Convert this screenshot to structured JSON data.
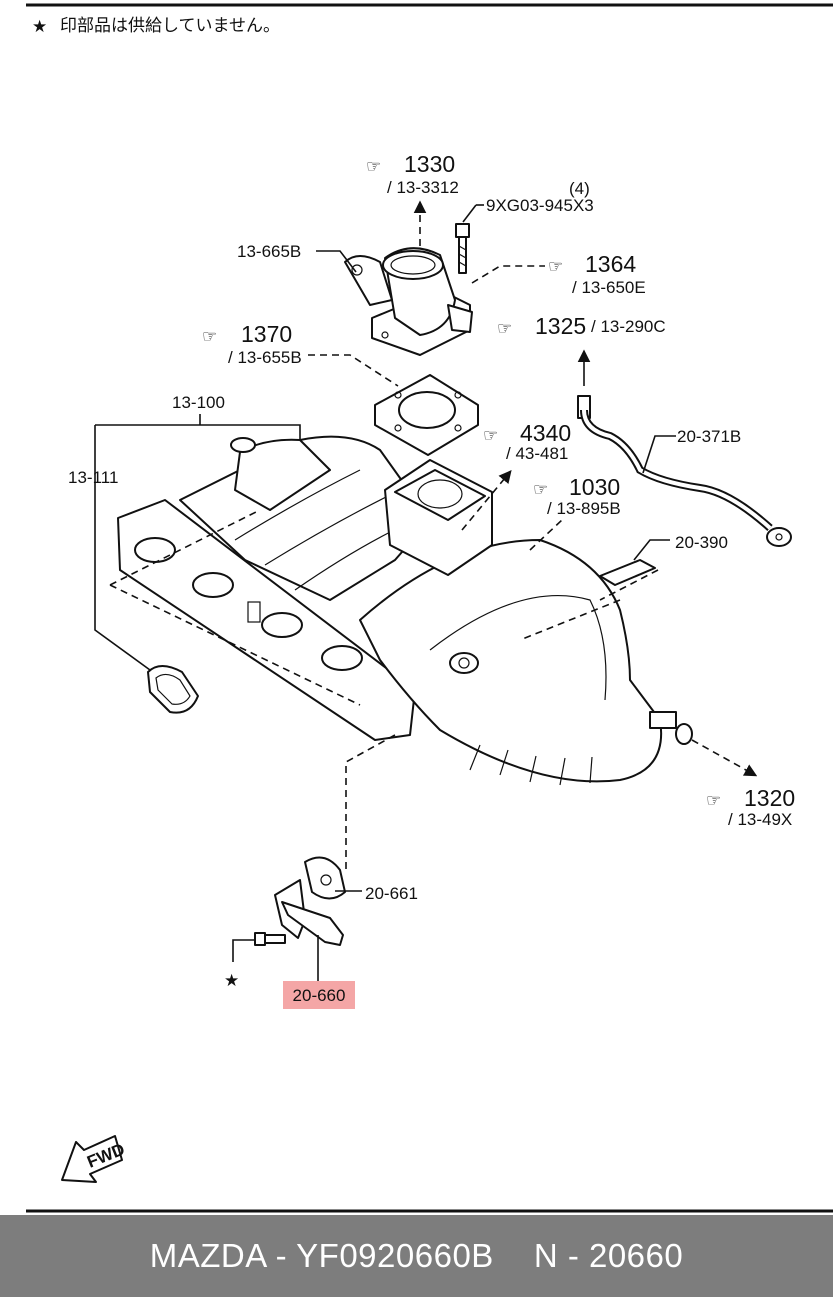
{
  "notice": "印部品は供給していません。",
  "labels": {
    "throttle_body_ref": "1330",
    "throttle_body_sub": "/ 13-3312",
    "bolt_qty": "(4)",
    "bolt_part": "9XG03-945X3",
    "throttle_part": "13-665B",
    "ref_1364": "1364",
    "ref_1364_sub": "/ 13-650E",
    "ref_1370": "1370",
    "ref_1370_sub": "/ 13-655B",
    "ref_1325": "1325",
    "ref_1325_sub": "/ 13-290C",
    "manifold": "13-100",
    "manifold_gasket": "13-111",
    "ref_4340": "4340",
    "ref_4340_sub": "/ 43-481",
    "ref_1030": "1030",
    "ref_1030_sub": "/ 13-895B",
    "hose": "20-371B",
    "bracket": "20-390",
    "ref_1320": "1320",
    "ref_1320_sub": "/ 13-49X",
    "valve_gasket": "20-661",
    "valve_part": "20-660"
  },
  "colors": {
    "highlight": "#f4a6a6",
    "footer_bg": "#7d7d7d",
    "footer_text": "#ffffff"
  },
  "fwd_badge": "FWD",
  "footer": {
    "brand": "MAZDA - YF0920660B",
    "code": "N - 20660"
  }
}
